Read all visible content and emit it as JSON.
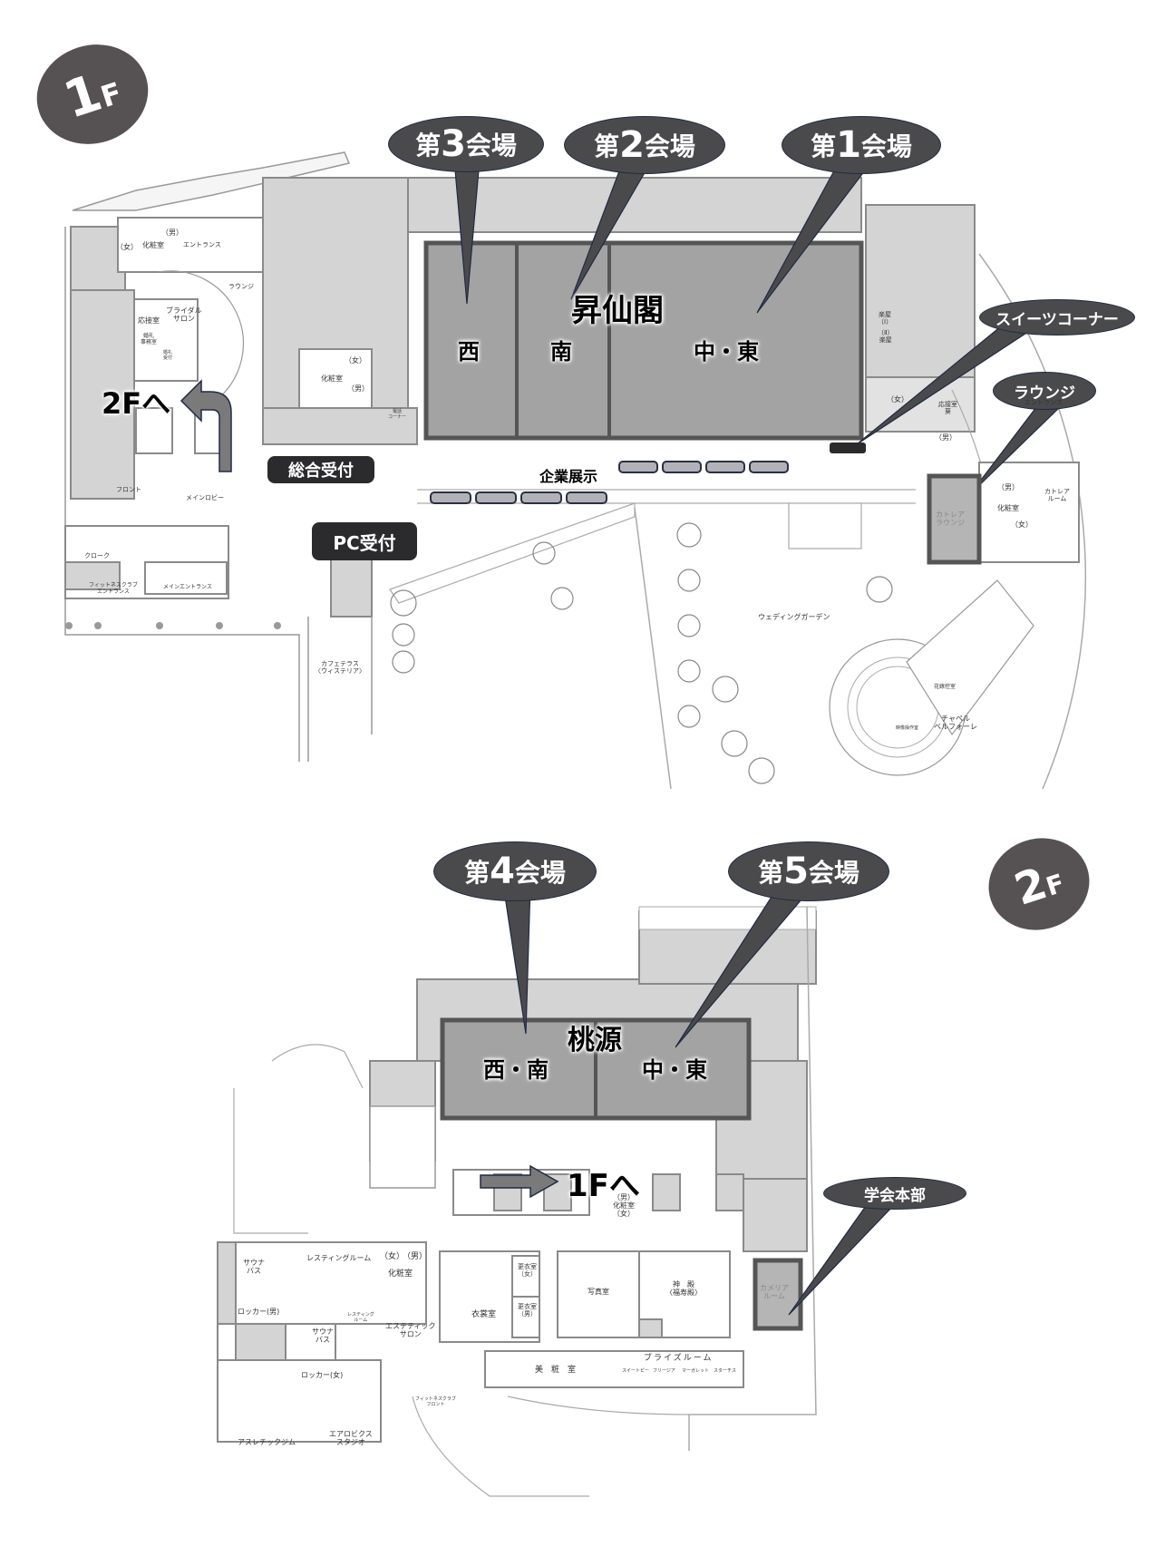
{
  "floors": {
    "first": {
      "badge": {
        "number": "1",
        "suffix": "F"
      },
      "halls": {
        "main_name": "昇仙閣",
        "sections": [
          "西",
          "南",
          "中・東"
        ]
      },
      "callouts": [
        {
          "id": "venue3",
          "prefix": "第",
          "number": "3",
          "suffix": "会場"
        },
        {
          "id": "venue2",
          "prefix": "第",
          "number": "2",
          "suffix": "会場"
        },
        {
          "id": "venue1",
          "prefix": "第",
          "number": "1",
          "suffix": "会場"
        },
        {
          "id": "sweets",
          "label": "スイーツコーナー"
        },
        {
          "id": "lounge",
          "label": "ラウンジ"
        }
      ],
      "tags": {
        "general_reception": "総合受付",
        "pc_reception": "PC受付",
        "exhibition": "企業展示",
        "to_2f": "2Fへ"
      },
      "rooms": {
        "women": "（女）",
        "men": "（男）",
        "powder_room": "化粧室",
        "entrance": "エントランス",
        "lounge": "ラウンジ",
        "bridal_salon": "ブライダル\nサロン",
        "reception_room": "応接室",
        "wedding_office": "婚礼\n事務室",
        "wedding_desk": "婚礼\n受付",
        "front": "フロント",
        "main_lobby": "メインロビー",
        "cloak": "クローク",
        "fitness_entrance": "フィットネスクラブ\nエントランス",
        "main_entrance": "メインエントランス",
        "cafe_terrace": "カフェテラス\n〈ウィステリア〉",
        "phone_corner": "電話\nコーナー",
        "green_room_1": "楽屋\n（Ⅰ）",
        "green_room_2": "（Ⅱ）\n楽屋",
        "reception_aoi": "応接室\n葵",
        "cattleya_lounge": "カトレア\nラウンジ",
        "cattleya_room": "カトレア\nルーム",
        "entrance_east": "エントランス",
        "wedding_garden": "ウェディングガーデン",
        "bride_waiting": "花嫁控室",
        "video_room": "映像操作室",
        "chapel": "チャペル\nベルフォーレ"
      }
    },
    "second": {
      "badge": {
        "number": "2",
        "suffix": "F"
      },
      "halls": {
        "main_name": "桃源",
        "sections": [
          "西・南",
          "中・東"
        ]
      },
      "callouts": [
        {
          "id": "venue4",
          "prefix": "第",
          "number": "4",
          "suffix": "会場"
        },
        {
          "id": "venue5",
          "prefix": "第",
          "number": "5",
          "suffix": "会場"
        },
        {
          "id": "hq",
          "label": "学会本部"
        }
      ],
      "tags": {
        "to_1f": "1Fへ"
      },
      "rooms": {
        "sauna_bath": "サウナ\nバス",
        "resting_room": "レスティングルーム",
        "resting_room_small": "レスティング\nルーム",
        "women": "（女）",
        "men": "（男）",
        "powder_room": "化粧室",
        "locker_men": "ロッカー(男)",
        "locker_women": "ロッカー(女)",
        "esthetic_salon": "エステティック\nサロン",
        "costume_room": "衣裳室",
        "changing_women": "更衣室\n（女）",
        "changing_men": "更衣室\n（男）",
        "photo_studio": "写真室",
        "shrine": "神　殿\n〈福寿殿〉",
        "camellia_room": "カメリア\nルーム",
        "beauty_salon": "美　粧　室",
        "bride_rooms": "ブライズルーム",
        "bride_sub": [
          "スイートピー",
          "フリージア",
          "マーガレット",
          "スターチス"
        ],
        "athletic_gym": "アスレチックジム",
        "aerobics": "エアロビクス\nスタジオ",
        "fitness_front": "フィットネスクラブ\nフロント",
        "powder_center": "（男）\n化粧室\n（女）"
      }
    }
  },
  "colors": {
    "badge": "#565152",
    "callout": "#4a4a4c",
    "callout_border": "#1f2a44",
    "hall_fill": "#a3a3a3",
    "hall_border": "#555555",
    "building": "#d4d4d4",
    "wall": "#8a8a8a",
    "tag": "#2b2b2e",
    "booth": "#b3b1b8"
  }
}
